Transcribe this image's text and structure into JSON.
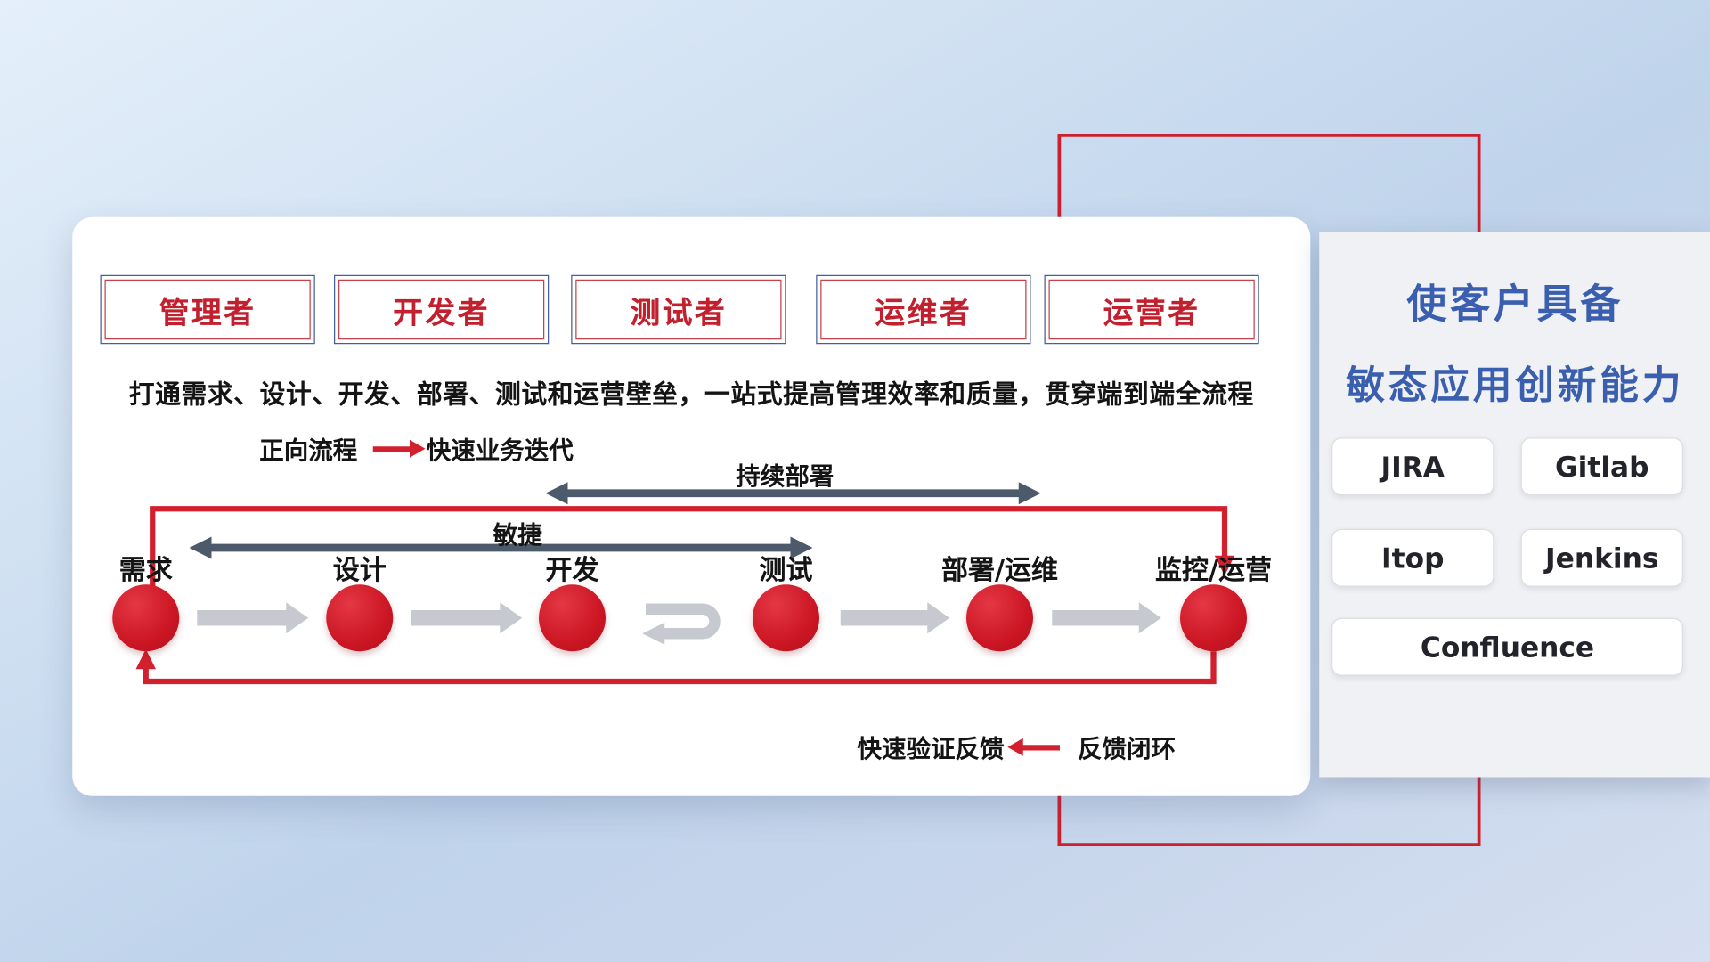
{
  "roles": [
    "管理者",
    "开发者",
    "测试者",
    "运维者",
    "运营者"
  ],
  "subtitle": "打通需求、设计、开发、部署、测试和运营壁垒，一站式提高管理效率和质量，贯穿端到端全流程",
  "forward_legend": {
    "label": "正向流程",
    "desc": "快速业务迭代"
  },
  "span_arrows": {
    "continuous_deploy": "持续部署",
    "agile": "敏捷"
  },
  "flow_nodes": [
    "需求",
    "设计",
    "开发",
    "测试",
    "部署/运维",
    "监控/运营"
  ],
  "feedback_legend": {
    "desc": "快速验证反馈",
    "label": "反馈闭环"
  },
  "side_panel": {
    "title_line1": "使客户具备",
    "title_line2": "敏态应用创新能力",
    "tools": [
      "JIRA",
      "Gitlab",
      "Itop",
      "Jenkins",
      "Confluence"
    ]
  },
  "colors": {
    "accent_red": "#ce1f2d",
    "title_blue": "#3a5fae",
    "dark_arrow": "#4d5a6b",
    "gray_arrow": "#c6cad0"
  }
}
